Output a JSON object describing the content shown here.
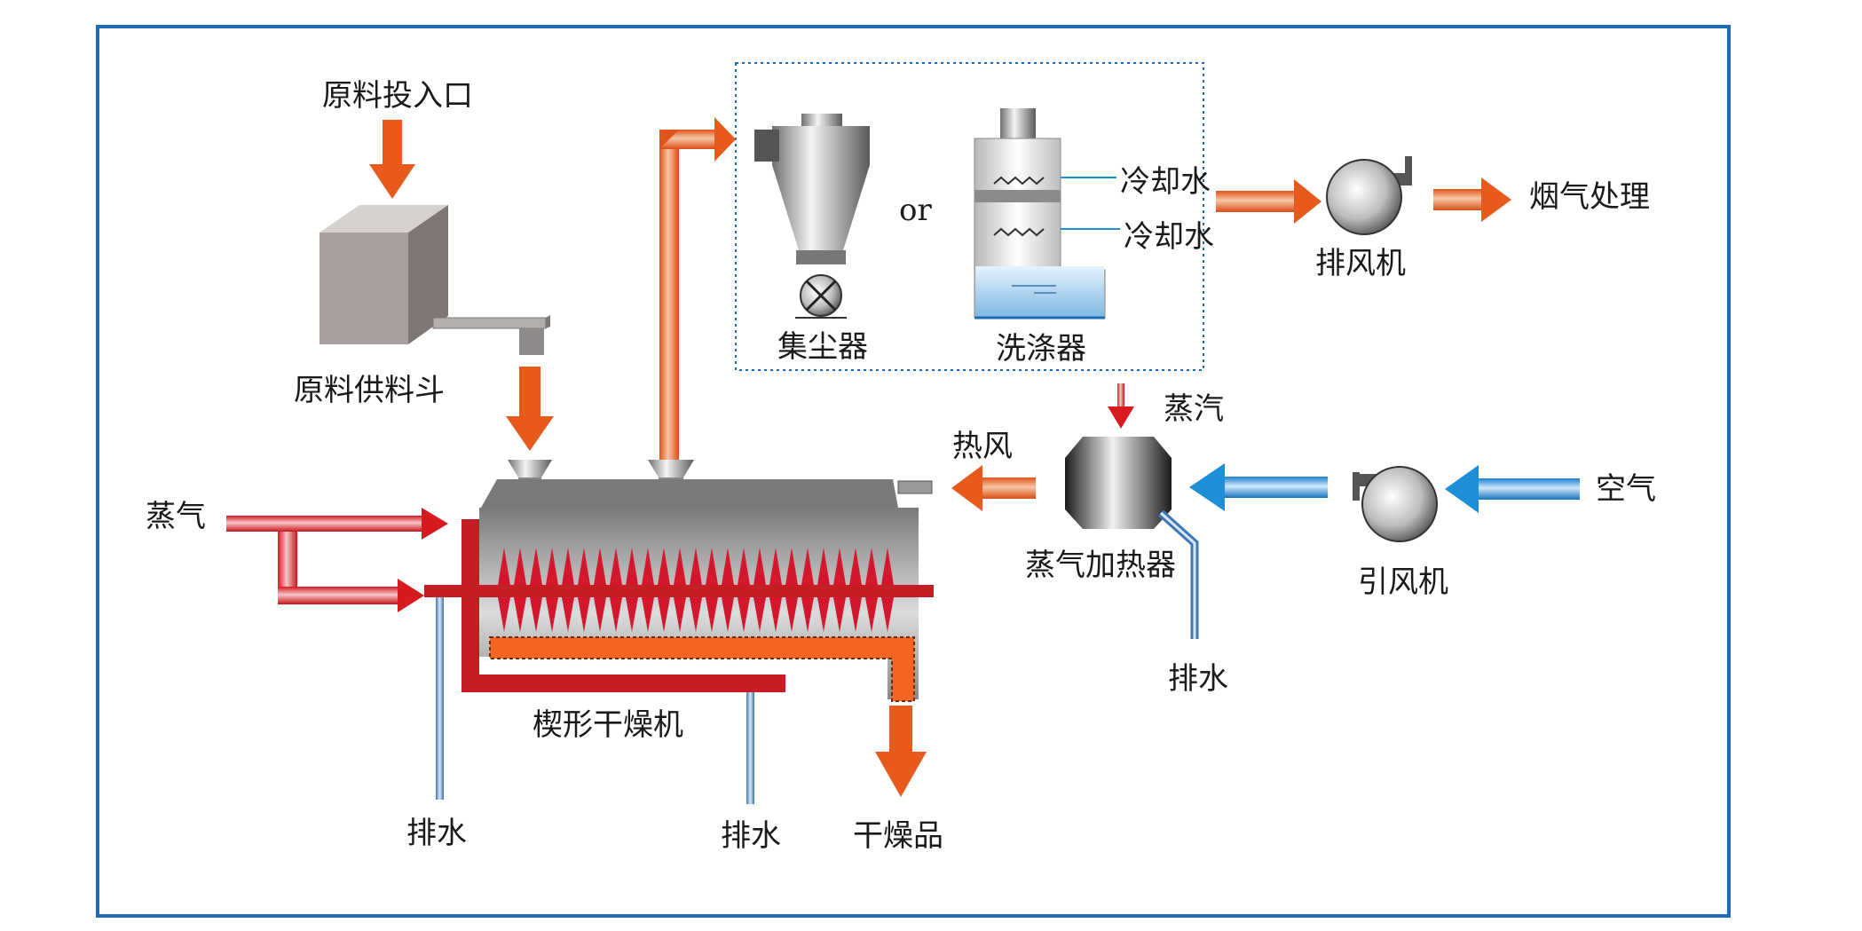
{
  "labels": {
    "raw_inlet": "原料投入口",
    "raw_hopper": "原料供料斗",
    "steam_left": "蒸气",
    "dryer": "楔形干燥机",
    "drain_left": "排水",
    "drain_mid": "排水",
    "dried_product": "干燥品",
    "dust_collector": "集尘器",
    "or": "or",
    "scrubber": "洗涤器",
    "cooling_water_1": "冷却水",
    "cooling_water_2": "冷却水",
    "exhaust_fan": "排风机",
    "flue_gas": "烟气处理",
    "steam_vapor": "蒸汽",
    "hot_air": "热风",
    "steam_heater": "蒸气加热器",
    "drain_heater": "排水",
    "induced_fan": "引风机",
    "air": "空气"
  },
  "colors": {
    "frame": "#1f6db5",
    "orange_arrow": "#e85a1b",
    "steam_red": "#d71920",
    "air_blue": "#1e8fd6",
    "dryer_gray": "#8f8f8f",
    "heat_orange": "#f26522"
  }
}
